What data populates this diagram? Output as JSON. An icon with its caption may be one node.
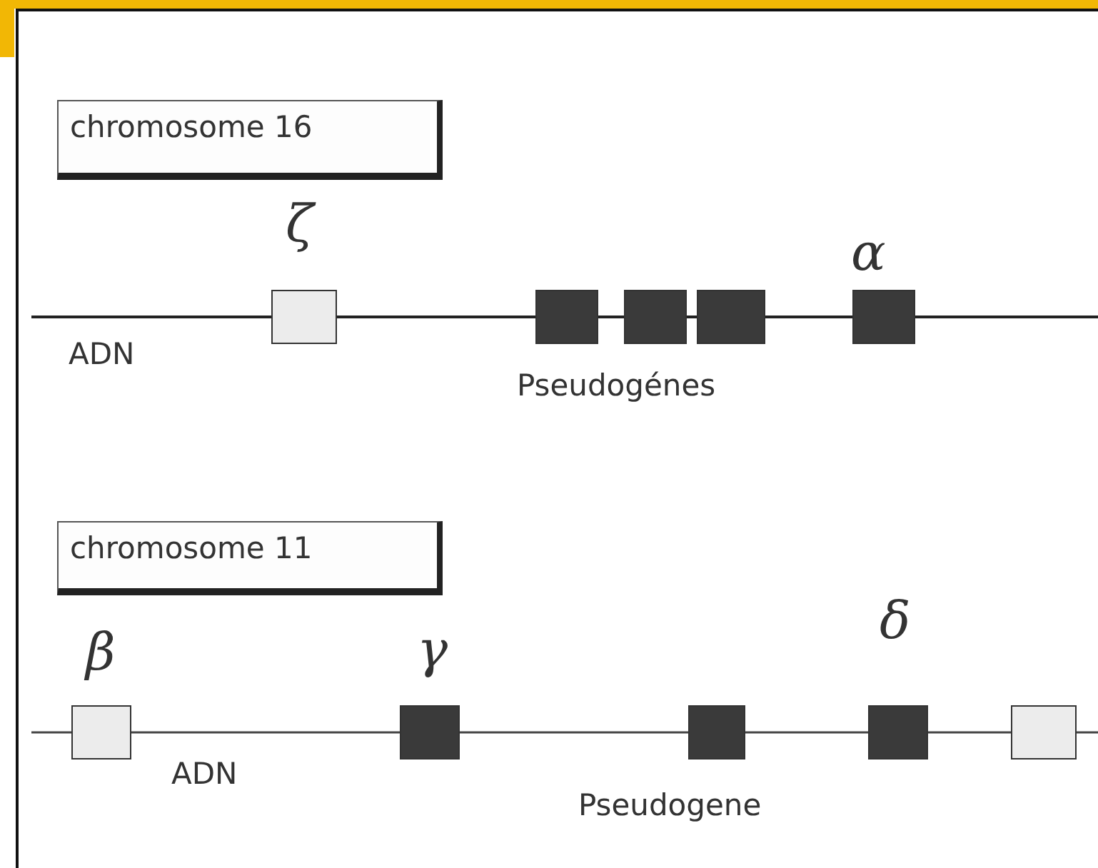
{
  "diagram": {
    "nodes": [
      {
        "text": [
          "chromosome 16"
        ]
      },
      {
        "text": [],
        "shape": "box",
        "beside": [
          "ζ"
        ]
      },
      {
        "text": [],
        "shape": "box"
      },
      {
        "text": [],
        "shape": "box"
      },
      {
        "text": [],
        "shape": "box"
      },
      {
        "text": [],
        "shape": "box",
        "beside": [
          "α"
        ]
      },
      {
        "text": [
          "chromosome 11"
        ]
      },
      {
        "text": [],
        "shape": "box",
        "beside": [
          "β"
        ]
      },
      {
        "text": [],
        "shape": "box",
        "beside": [
          "γ"
        ]
      },
      {
        "text": [],
        "shape": "box"
      },
      {
        "text": [],
        "shape": "box",
        "beside": [
          "δ"
        ]
      },
      {
        "text": [],
        "shape": "box"
      }
    ],
    "labels": [
      "ADN",
      "Pseudogénes",
      "ADN",
      "Pseudogene"
    ]
  }
}
